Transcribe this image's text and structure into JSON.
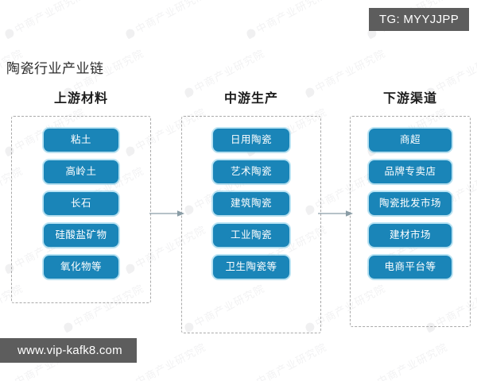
{
  "chart_title": "陶瓷行业产业链",
  "overlays": {
    "tg_badge": "TG: MYYJJPP",
    "site_badge": "www.vip-kafk8.com"
  },
  "watermark": {
    "text": "中商产业研究院"
  },
  "colors": {
    "node_fill": "#1a85b8",
    "node_glow": "#82cdeb",
    "dashed_border": "#a9a9a9",
    "arrow": "#8a9da6",
    "badge_bg": "#5d5d5d",
    "title_text": "#2b2b2b",
    "background": "#ffffff"
  },
  "chart_data": {
    "type": "diagram",
    "title": "陶瓷行业产业链",
    "diagram_kind": "industry-value-chain",
    "flow_direction": "left-to-right",
    "stages": [
      {
        "id": "upstream",
        "label": "上游材料",
        "items": [
          "粘土",
          "高岭土",
          "长石",
          "硅酸盐矿物",
          "氧化物等"
        ]
      },
      {
        "id": "midstream",
        "label": "中游生产",
        "items": [
          "日用陶瓷",
          "艺术陶瓷",
          "建筑陶瓷",
          "工业陶瓷",
          "卫生陶瓷等"
        ]
      },
      {
        "id": "downstream",
        "label": "下游渠道",
        "items": [
          "商超",
          "品牌专卖店",
          "陶瓷批发市场",
          "建材市场",
          "电商平台等"
        ]
      }
    ],
    "connectors": [
      {
        "from": "upstream",
        "to": "midstream",
        "style": "arrow"
      },
      {
        "from": "midstream",
        "to": "downstream",
        "style": "arrow"
      }
    ]
  }
}
